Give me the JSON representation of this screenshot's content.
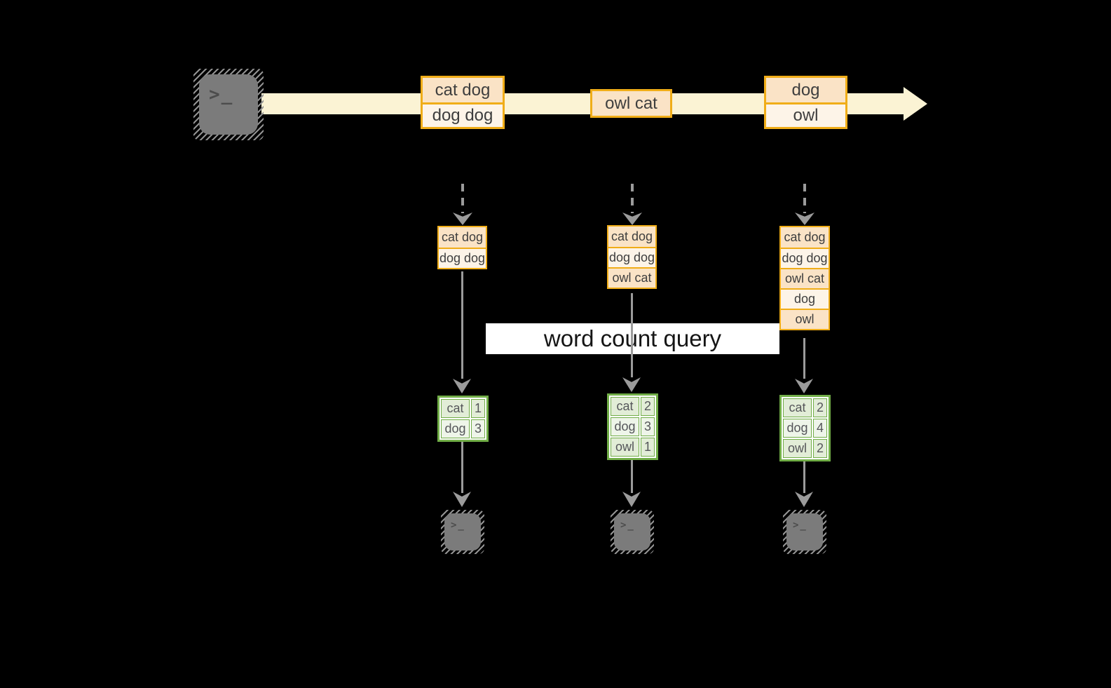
{
  "query_label": "word count query",
  "icons": {
    "terminal_glyph": ">_"
  },
  "colors": {
    "background": "#000000",
    "stream_band": "#fbf3d4",
    "event_border": "#f0ad18",
    "event_fill_dark": "#fae3c6",
    "event_fill_light": "#fdf4e8",
    "table_border": "#71ad47",
    "table_fill_dark": "#e2edd7",
    "table_fill_light": "#eef5e9",
    "arrow_gray": "#9b9b9b",
    "terminal_gray": "#7b7b7b",
    "label_bg": "#ffffff"
  },
  "stream": {
    "events": [
      {
        "lines": [
          "cat dog",
          "dog dog"
        ]
      },
      {
        "lines": [
          "owl cat"
        ]
      },
      {
        "lines": [
          "dog",
          "owl"
        ]
      }
    ]
  },
  "columns": [
    {
      "buffer": [
        "cat dog",
        "dog dog"
      ],
      "counts": [
        {
          "word": "cat",
          "count": "1"
        },
        {
          "word": "dog",
          "count": "3"
        }
      ]
    },
    {
      "buffer": [
        "cat dog",
        "dog dog",
        "owl cat"
      ],
      "counts": [
        {
          "word": "cat",
          "count": "2"
        },
        {
          "word": "dog",
          "count": "3"
        },
        {
          "word": "owl",
          "count": "1"
        }
      ]
    },
    {
      "buffer": [
        "cat dog",
        "dog dog",
        "owl cat",
        "dog",
        "owl"
      ],
      "counts": [
        {
          "word": "cat",
          "count": "2"
        },
        {
          "word": "dog",
          "count": "4"
        },
        {
          "word": "owl",
          "count": "2"
        }
      ]
    }
  ]
}
